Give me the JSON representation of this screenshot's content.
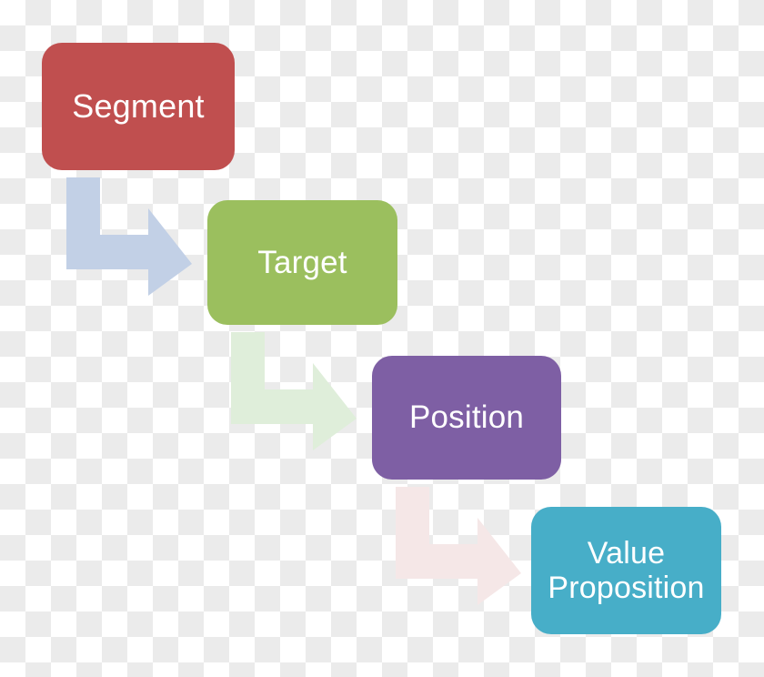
{
  "diagram": {
    "title": "Segment Target Position Value Proposition process flow",
    "background": "transparent-checkerboard",
    "nodes": [
      {
        "id": "segment",
        "label": "Segment",
        "shape": "rounded-rectangle",
        "fill": "#c04f4f",
        "text_color": "#ffffff",
        "order": 1
      },
      {
        "id": "target",
        "label": "Target",
        "shape": "rounded-rectangle",
        "fill": "#9bbf5e",
        "text_color": "#ffffff",
        "order": 2
      },
      {
        "id": "position",
        "label": "Position",
        "shape": "rounded-rectangle",
        "fill": "#7e5fa4",
        "text_color": "#ffffff",
        "order": 3
      },
      {
        "id": "value_proposition",
        "label": "Value\nProposition",
        "label_line1": "Value",
        "label_line2": "Proposition",
        "shape": "rounded-rectangle",
        "fill": "#47aec8",
        "text_color": "#ffffff",
        "order": 4
      }
    ],
    "connectors": [
      {
        "id": "segment-to-target",
        "from": "segment",
        "to": "target",
        "icon": "bent-arrow-right-icon",
        "fill": "#c2d0e6"
      },
      {
        "id": "target-to-position",
        "from": "target",
        "to": "position",
        "icon": "bent-arrow-right-icon",
        "fill": "#dfeeda"
      },
      {
        "id": "position-to-value-proposition",
        "from": "position",
        "to": "value_proposition",
        "icon": "bent-arrow-right-icon",
        "fill": "#f5e7e7"
      }
    ]
  }
}
